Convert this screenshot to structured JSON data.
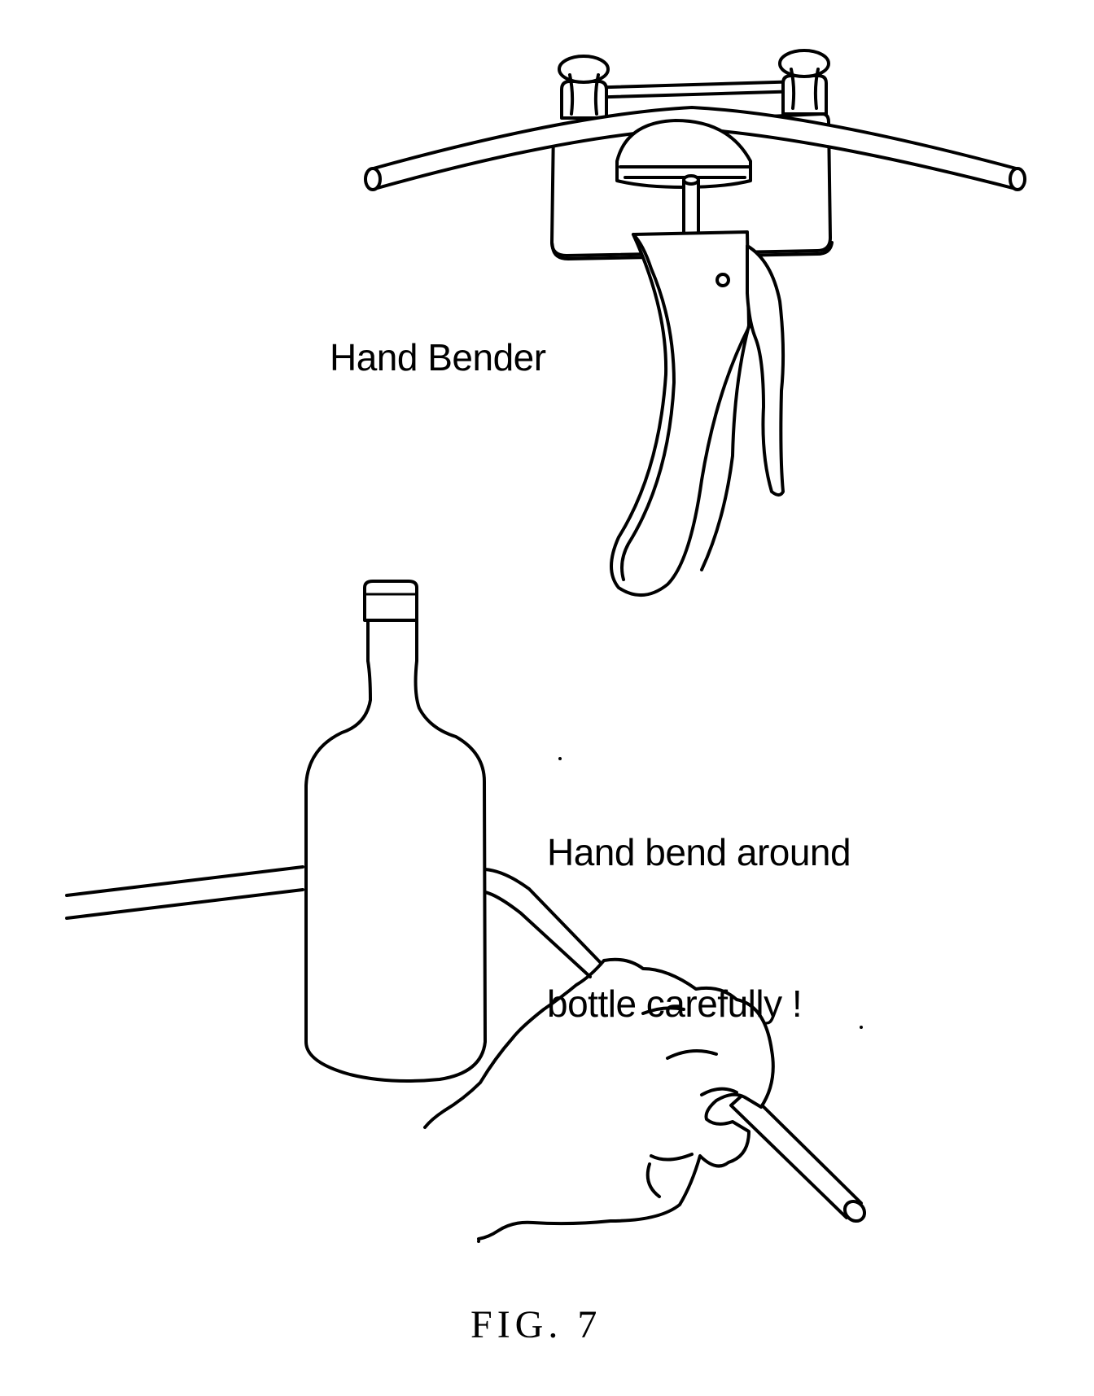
{
  "labels": {
    "hand_bender": "Hand Bender",
    "instruction_line1": "Hand bend around",
    "instruction_line2": "bottle carefully !"
  },
  "caption": "FIG. 7",
  "colors": {
    "ink": "#000000",
    "paper": "#ffffff"
  }
}
